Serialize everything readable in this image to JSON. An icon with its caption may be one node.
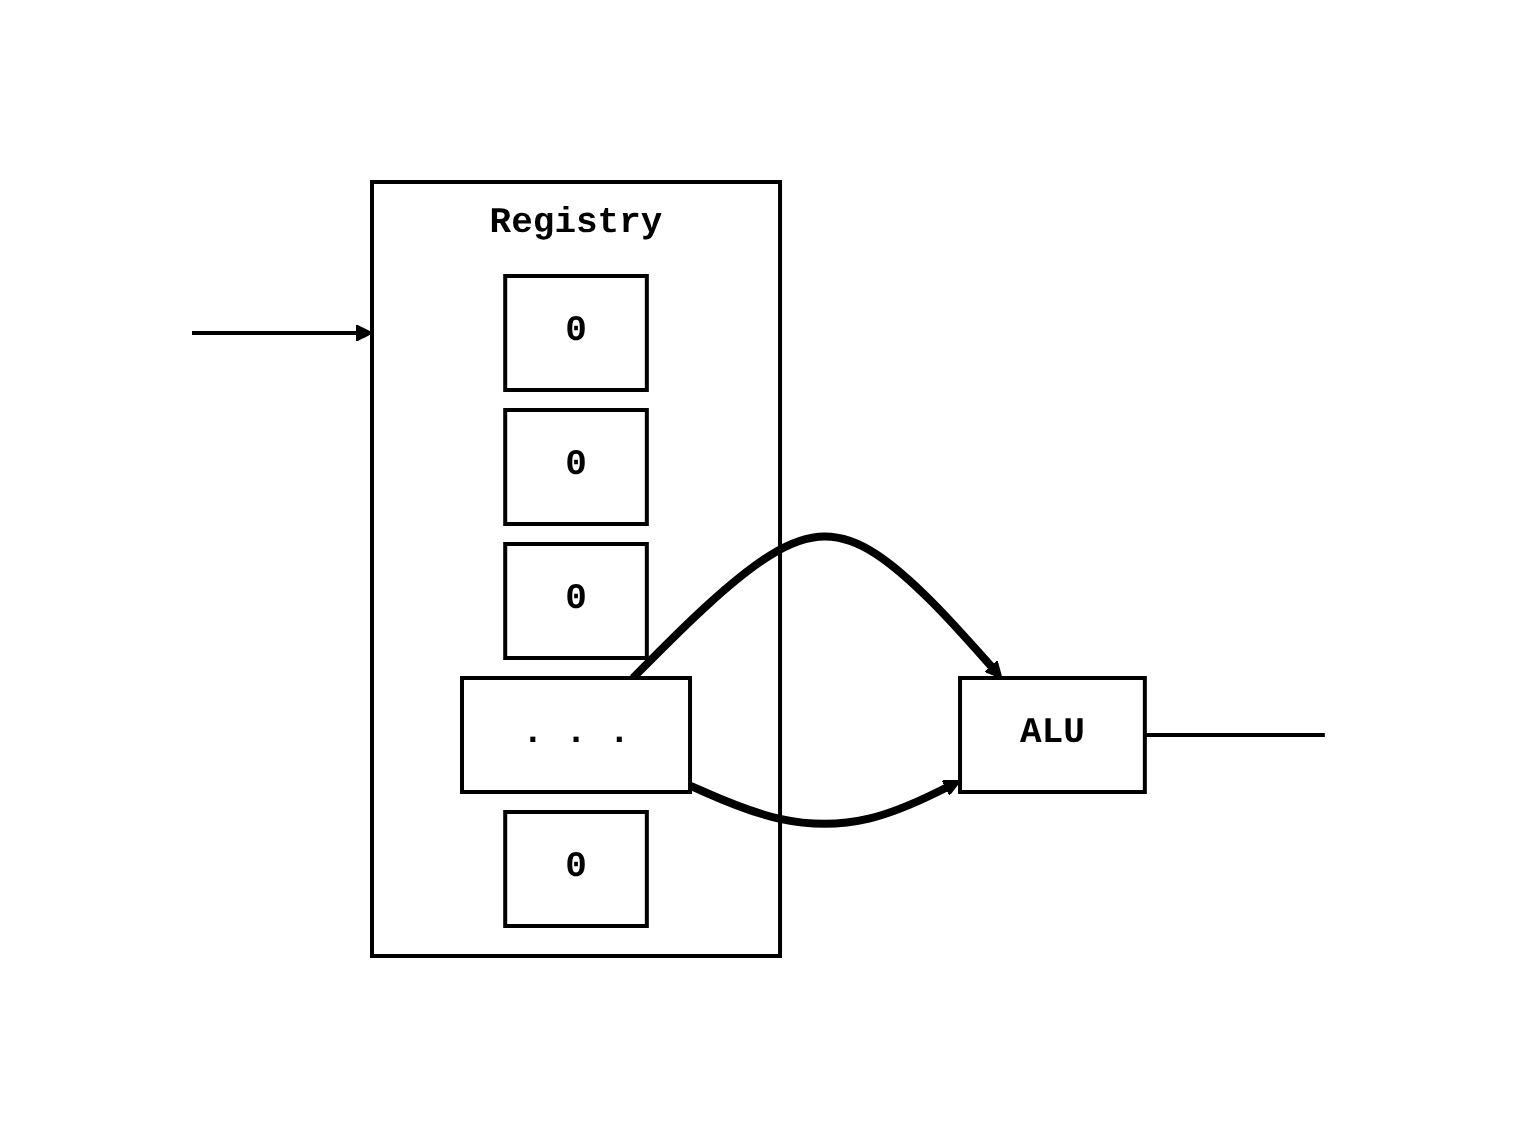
{
  "diagram": {
    "nodes": [
      {
        "text": [
          "Registry"
        ]
      },
      {
        "text": [
          "0"
        ],
        "in": 0
      },
      {
        "text": [
          "0"
        ],
        "in": 0
      },
      {
        "text": [
          "0"
        ],
        "in": 0
      },
      {
        "text": [
          ". . ."
        ],
        "in": 0
      },
      {
        "text": [
          "0"
        ],
        "in": 0
      },
      {
        "text": [
          "ALU"
        ]
      }
    ],
    "edges": [
      {
        "from": 4,
        "to": 6,
        "arrow": "to",
        "style": "thick"
      },
      {
        "from": 4,
        "to": 6,
        "arrow": "to",
        "style": "thick"
      },
      {
        "from": 6,
        "to": null,
        "arrow": "none"
      },
      {
        "from": null,
        "to": 0,
        "arrow": "to"
      }
    ]
  }
}
